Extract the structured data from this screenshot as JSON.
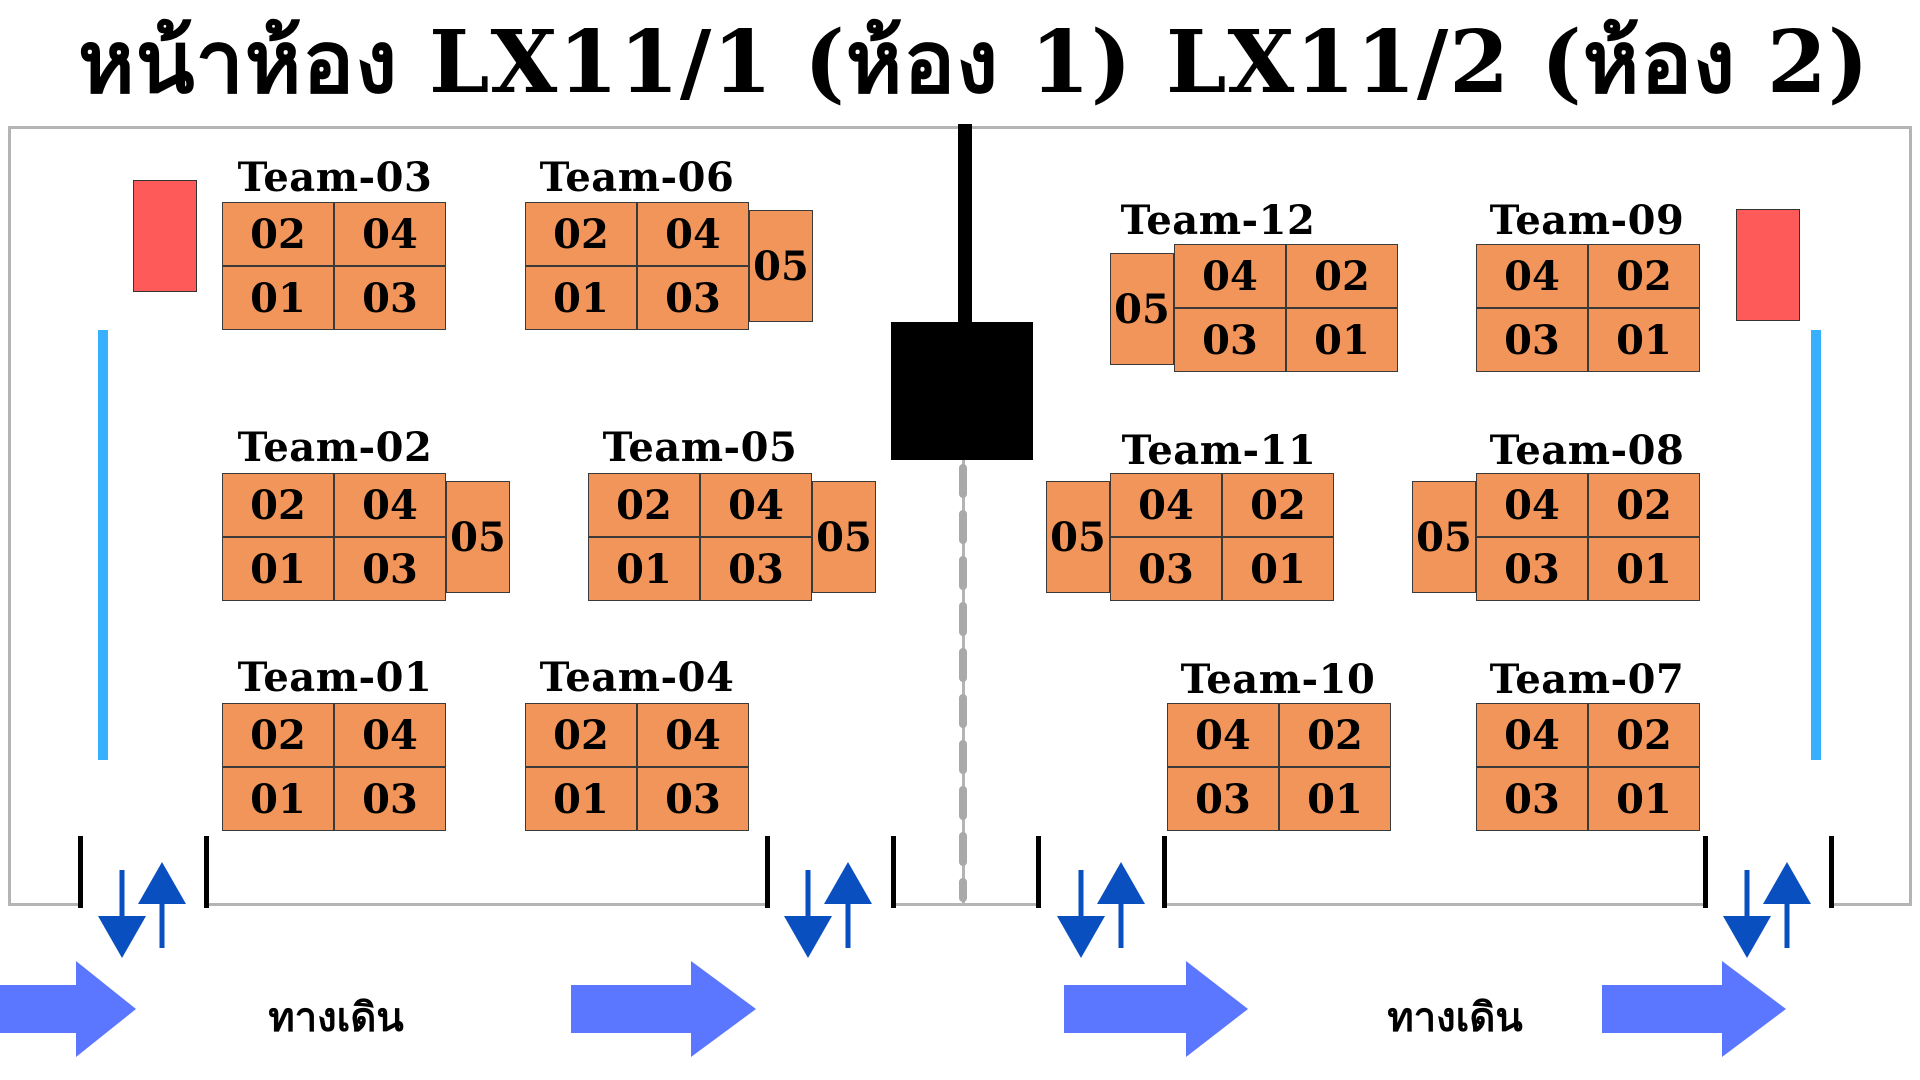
{
  "titles": {
    "room1": "หน้าห้อง LX11/1 (ห้อง 1)",
    "room2": "LX11/2 (ห้อง 2)"
  },
  "walkway_label": "ทางเดิน",
  "colors": {
    "desk": "#f2955a",
    "red_marker": "#ff5a5a",
    "blue_wall": "#36b0ff",
    "flow_arrow": "#5b76ff",
    "door_arrow": "#0a4fbf"
  },
  "room1": {
    "teams": [
      {
        "label": "Team-03",
        "cells": [
          "02",
          "04",
          "01",
          "03"
        ],
        "extra": ""
      },
      {
        "label": "Team-06",
        "cells": [
          "02",
          "04",
          "01",
          "03"
        ],
        "extra": "05"
      },
      {
        "label": "Team-02",
        "cells": [
          "02",
          "04",
          "01",
          "03"
        ],
        "extra": "05"
      },
      {
        "label": "Team-05",
        "cells": [
          "02",
          "04",
          "01",
          "03"
        ],
        "extra": "05"
      },
      {
        "label": "Team-01",
        "cells": [
          "02",
          "04",
          "01",
          "03"
        ],
        "extra": ""
      },
      {
        "label": "Team-04",
        "cells": [
          "02",
          "04",
          "01",
          "03"
        ],
        "extra": ""
      }
    ]
  },
  "room2": {
    "teams": [
      {
        "label": "Team-12",
        "cells": [
          "04",
          "02",
          "03",
          "01"
        ],
        "extra": "05"
      },
      {
        "label": "Team-09",
        "cells": [
          "04",
          "02",
          "03",
          "01"
        ],
        "extra": ""
      },
      {
        "label": "Team-11",
        "cells": [
          "04",
          "02",
          "03",
          "01"
        ],
        "extra": "05"
      },
      {
        "label": "Team-08",
        "cells": [
          "04",
          "02",
          "03",
          "01"
        ],
        "extra": "05"
      },
      {
        "label": "Team-10",
        "cells": [
          "04",
          "02",
          "03",
          "01"
        ],
        "extra": ""
      },
      {
        "label": "Team-07",
        "cells": [
          "04",
          "02",
          "03",
          "01"
        ],
        "extra": ""
      }
    ]
  }
}
